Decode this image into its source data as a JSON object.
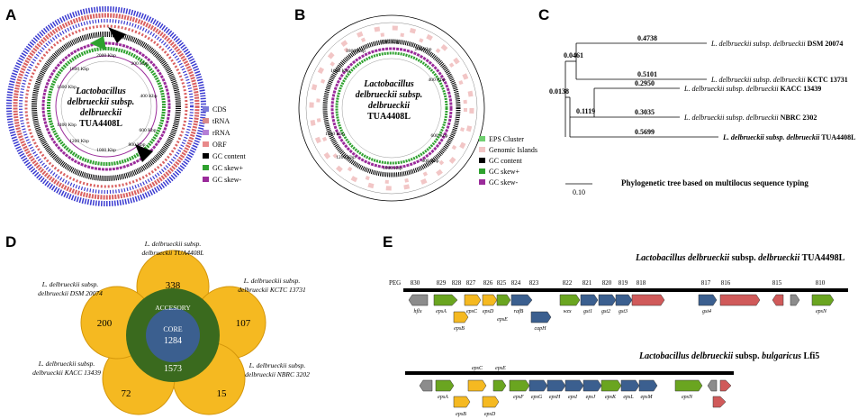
{
  "panels": {
    "A": {
      "letter": "A",
      "center_title": [
        "Lactobacillus",
        "delbrueckii subsp.",
        "delbrueckii",
        "TUA4408L"
      ],
      "ticks": [
        "2000 Kbp",
        "200 Kbp",
        "1800 Kbp",
        "1600 Kbp",
        "400 Kbp",
        "1400 Kbp",
        "600 Kbp",
        "1200 Kbp",
        "800 Kbp",
        "1000 Kbp"
      ],
      "legend": [
        {
          "label": "CDS",
          "color": "#7b7bd9"
        },
        {
          "label": "tRNA",
          "color": "#d98a8a"
        },
        {
          "label": "rRNA",
          "color": "#b57fd6"
        },
        {
          "label": "ORF",
          "color": "#e8898a"
        },
        {
          "label": "GC content",
          "color": "#000000"
        },
        {
          "label": "GC skew+",
          "color": "#2ea12e"
        },
        {
          "label": "GC skew-",
          "color": "#9a2b9a"
        }
      ]
    },
    "B": {
      "letter": "B",
      "center_title": [
        "Lactobacillus",
        "delbrueckii subsp.",
        "delbrueckii",
        "TUA4408L"
      ],
      "ticks": [
        "2000 Kbp",
        "200 Kbp",
        "1800 Kbp",
        "1600 Kbp",
        "400 Kbp",
        "1400 Kbp",
        "600 Kbp",
        "1200 Kbp",
        "800 Kbp",
        "1000 Kbp"
      ],
      "legend": [
        {
          "label": "EPS Cluster",
          "color": "#6fcf6f"
        },
        {
          "label": "Genomic Islands",
          "color": "#f2c6c6"
        },
        {
          "label": "GC content",
          "color": "#000000"
        },
        {
          "label": "GC skew+",
          "color": "#2ea12e"
        },
        {
          "label": "GC skew-",
          "color": "#9a2b9a"
        }
      ]
    },
    "C": {
      "letter": "C",
      "caption": "Phylogenetic tree based on multilocus sequence typing",
      "scale": "0.10",
      "taxa": [
        {
          "prefix": "L. delbrueckii subsp. delbrueckii",
          "strain": "DSM 20074",
          "branch": "0.4738"
        },
        {
          "prefix": "L. delbrueckii subsp. delbrueckii",
          "strain": "KCTC 13731",
          "branch": "0.5101"
        },
        {
          "prefix": "L. delbrueckii subsp. delbrueckii",
          "strain": "KACC 13439",
          "branch": "0.2950"
        },
        {
          "prefix": "L. delbrueckii subsp. delbrueckii",
          "strain": "NBRC 2302",
          "branch": "0.3035"
        },
        {
          "prefix": "L. delbrueckii subsp. delbrueckii",
          "strain": "TUA4408L",
          "branch": "0.5699"
        }
      ],
      "internal": [
        "0.0461",
        "0.0138",
        "0.1119"
      ]
    },
    "D": {
      "letter": "D",
      "accessory_label": "ACCESORY",
      "core_label": "CORE",
      "core_count": "1284",
      "accessory_count": "1573",
      "petals": [
        {
          "title": [
            "L. delbrueckii subsp.",
            "delbrueckii TUA4408L"
          ],
          "count": "338"
        },
        {
          "title": [
            "L. delbrueckii subsp.",
            "delbrueckii KCTC 13731"
          ],
          "count": "107"
        },
        {
          "title": [
            "L. delbrueckii subsp.",
            "delbrueckii NBRC 3202"
          ],
          "count": "15"
        },
        {
          "title": [
            "L. delbrueckii subsp.",
            "delbrueckii KACC 13439"
          ],
          "count": "72"
        },
        {
          "title": [
            "L. delbrueckii subsp.",
            "delbrueckii DSM 20074"
          ],
          "count": "200"
        }
      ]
    },
    "E": {
      "letter": "E",
      "title1_italic": "Lactobacillus delbrueckii",
      "title1_sub": "subsp.",
      "title1_italic2": "delbrueckii",
      "title1_strain": "TUA4498L",
      "title2_italic": "Lactobacillus delbrueckii",
      "title2_sub": "subsp.",
      "title2_italic2": "bulgaricus",
      "title2_strain": "Lfi5",
      "peg_label": "PEG",
      "peg_numbers": [
        "830",
        "829",
        "828",
        "827",
        "826",
        "825",
        "824",
        "823",
        "822",
        "821",
        "820",
        "819",
        "818",
        "817",
        "816",
        "815",
        "810"
      ],
      "genes_top": [
        "hflx",
        "epsA",
        "epsB",
        "epsC",
        "epsD",
        "epsE",
        "rafB",
        "capH",
        "wzx",
        "gst1",
        "gst2",
        "gst3",
        "gst4",
        "epsN"
      ],
      "genes_bottom": [
        "epsA",
        "epsB",
        "epsC",
        "epsD",
        "epsE",
        "epsF",
        "epsG",
        "epsH",
        "epsI",
        "epsJ",
        "epsK",
        "epsL",
        "epsM",
        "epsN"
      ]
    }
  }
}
